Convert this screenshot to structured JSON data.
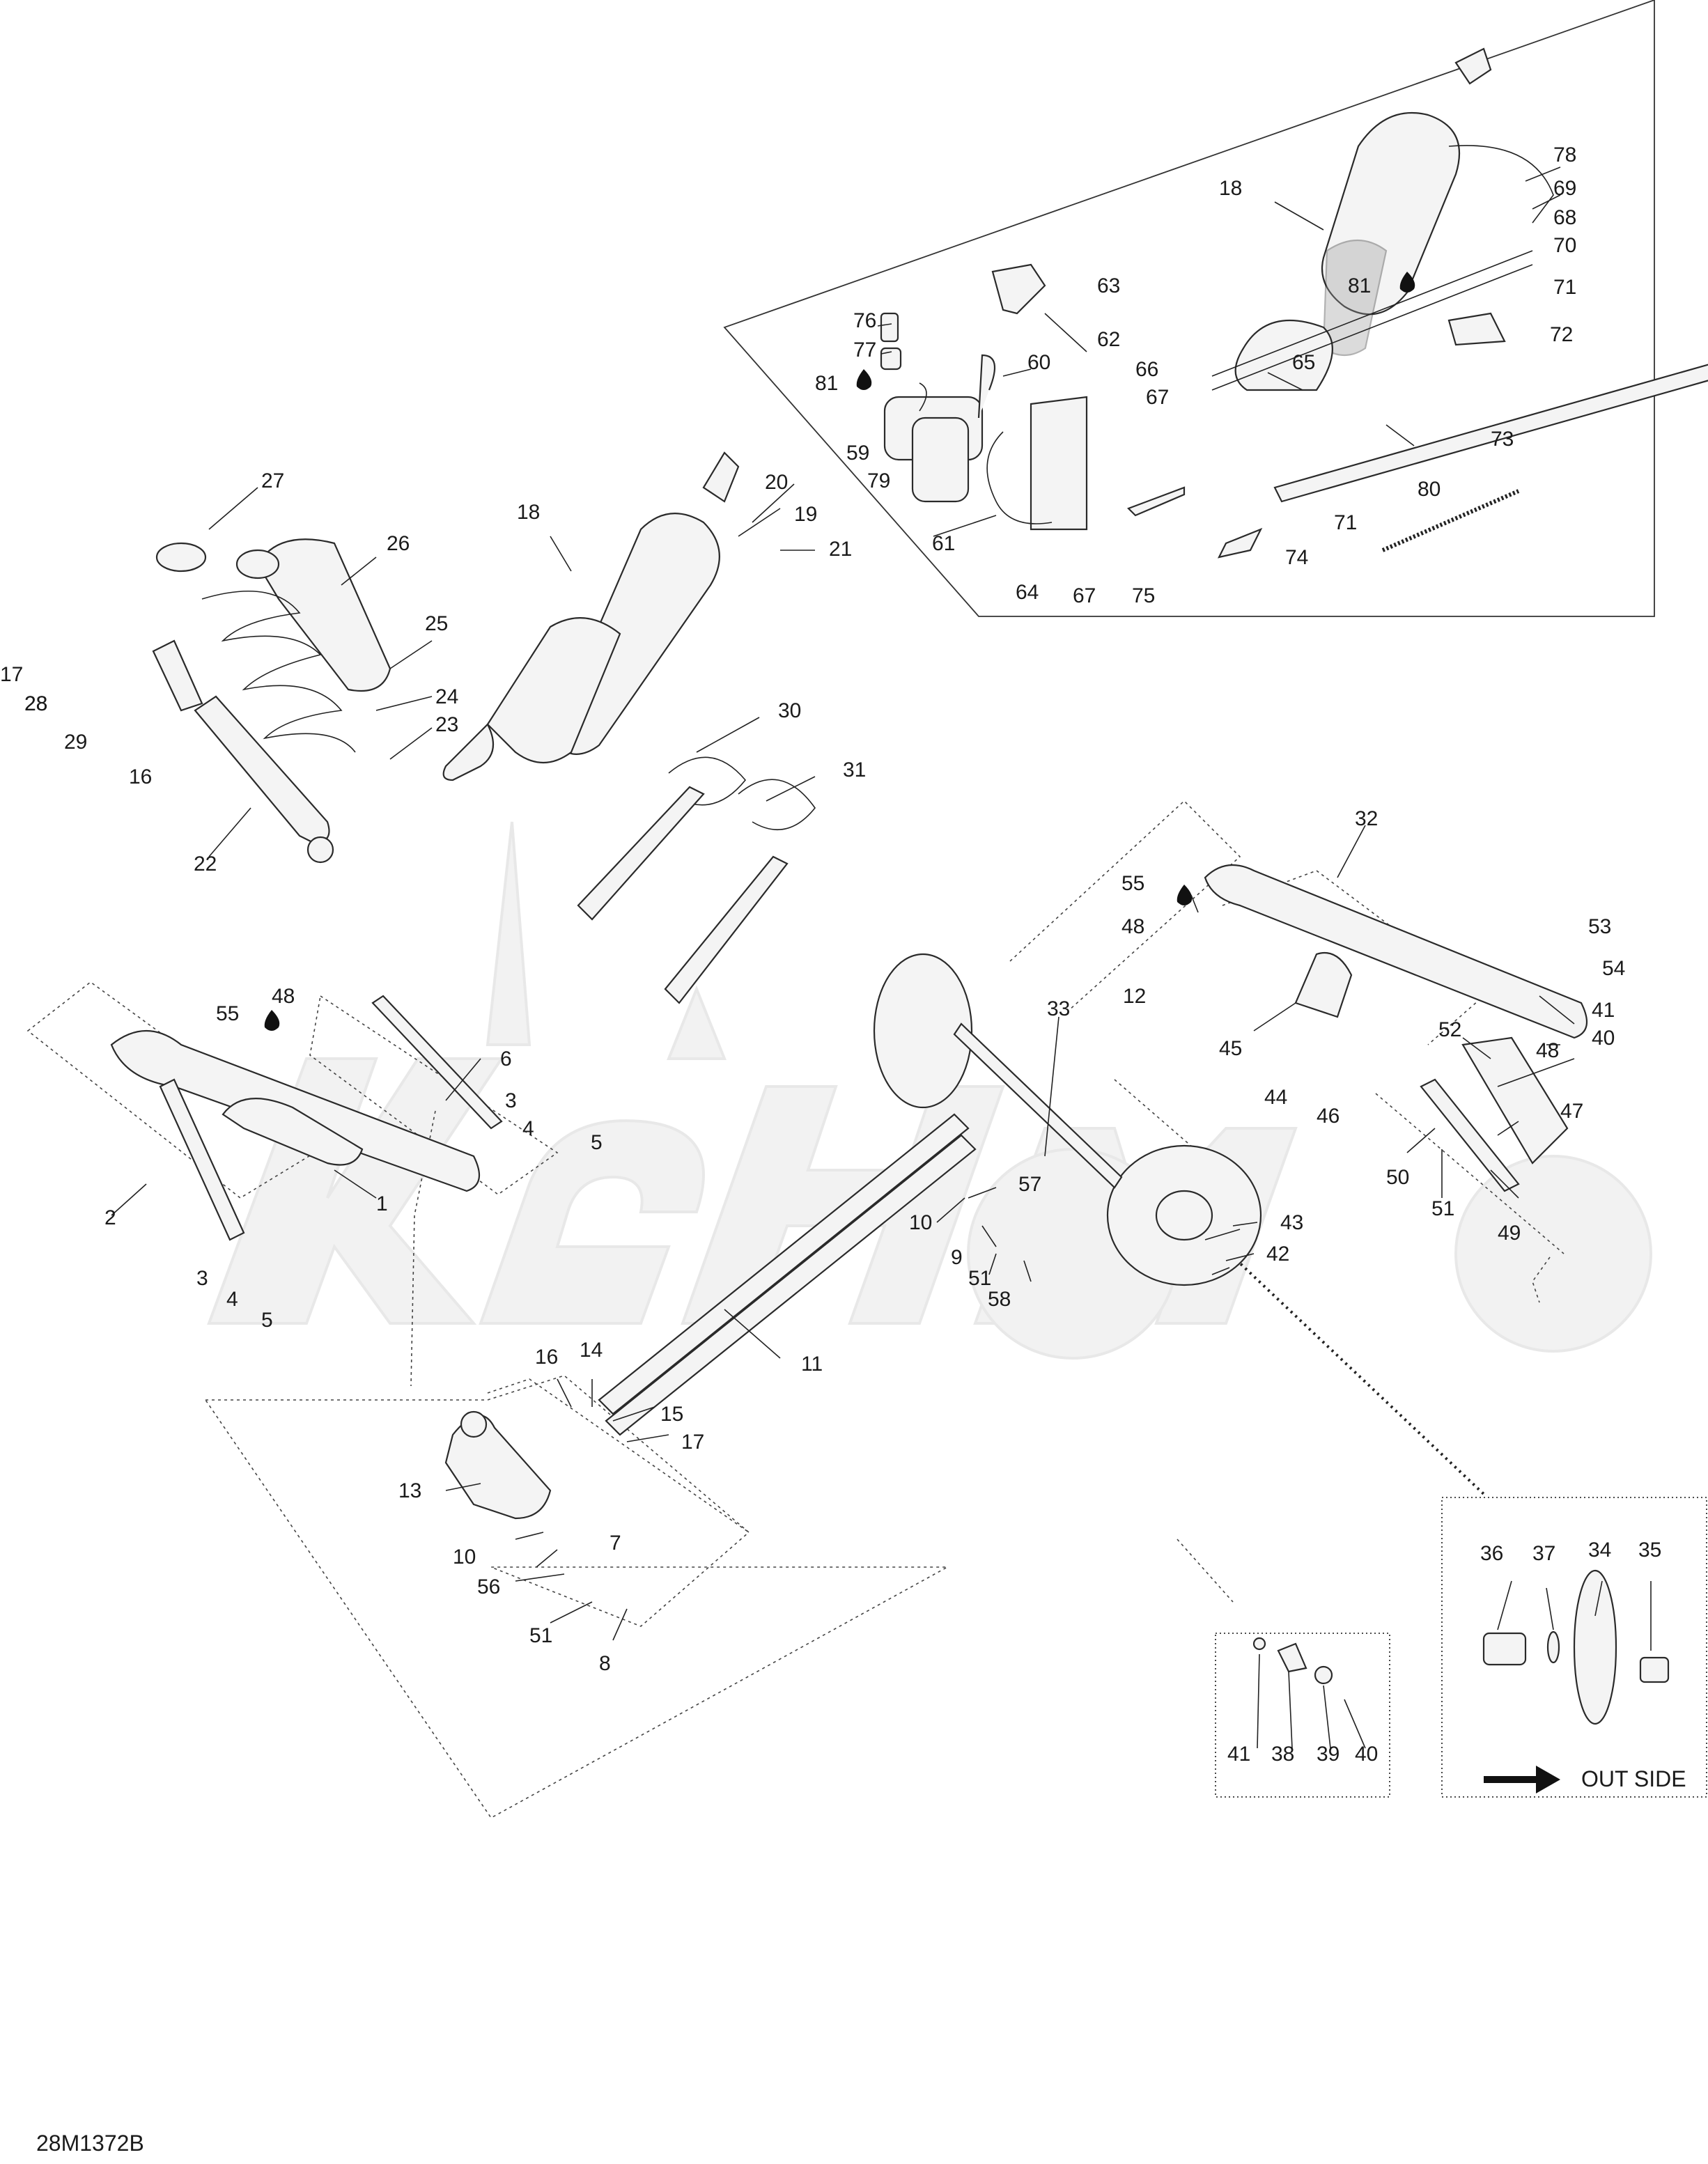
{
  "document_code": "28M1372B",
  "out_side_label": "OUT SIDE",
  "callouts": [
    "1",
    "2",
    "3",
    "4",
    "5",
    "6",
    "7",
    "8",
    "9",
    "10",
    "11",
    "12",
    "13",
    "14",
    "15",
    "16",
    "17",
    "18",
    "19",
    "20",
    "21",
    "22",
    "23",
    "24",
    "25",
    "26",
    "27",
    "28",
    "29",
    "30",
    "31",
    "32",
    "33",
    "34",
    "35",
    "36",
    "37",
    "38",
    "39",
    "40",
    "41",
    "42",
    "43",
    "44",
    "45",
    "46",
    "47",
    "48",
    "49",
    "50",
    "51",
    "52",
    "53",
    "54",
    "55",
    "56",
    "57",
    "58",
    "59",
    "60",
    "61",
    "62",
    "63",
    "64",
    "65",
    "66",
    "67",
    "68",
    "69",
    "70",
    "71",
    "72",
    "73",
    "74",
    "75",
    "76",
    "77",
    "78",
    "79",
    "80",
    "81",
    "3",
    "4",
    "5",
    "10",
    "16",
    "17",
    "18",
    "28",
    "40",
    "41",
    "48",
    "51",
    "55",
    "67",
    "71",
    "81"
  ],
  "icons": [
    "oil-drop-icon",
    "arrow-right-icon"
  ],
  "colors": {
    "line": "#2a2a2a",
    "watermark": "#e6e6e6"
  }
}
